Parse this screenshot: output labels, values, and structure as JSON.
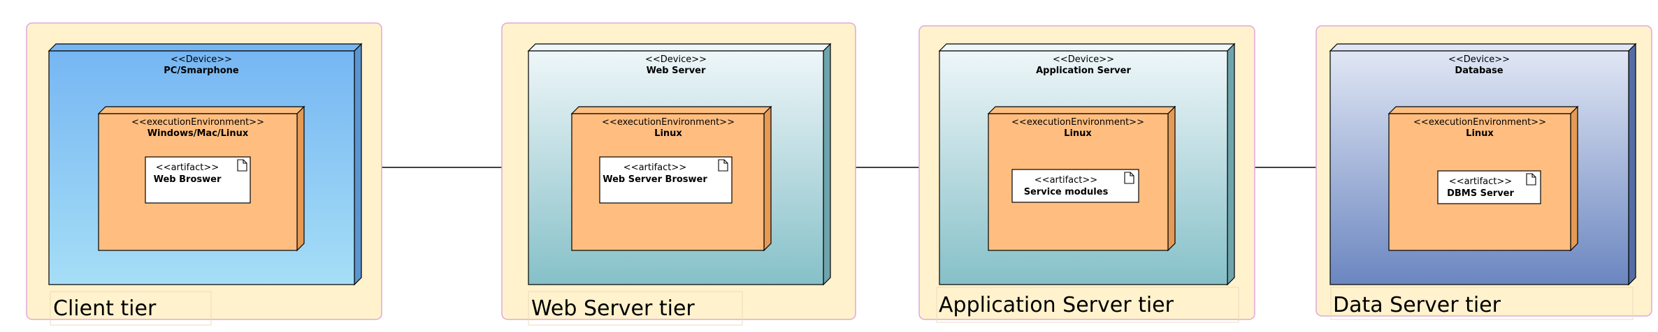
{
  "colors": {
    "tier_fill": "#fff2cc",
    "tier_border": "#e0a8d8",
    "env_fill": "#ffbe80",
    "env_side": "#e59a55",
    "artifact_fill": "#ffffff",
    "line": "#000000"
  },
  "tiers": [
    {
      "label": "Client tier",
      "device": {
        "stereotype": "<<Device>>",
        "name": "PC/Smarphone",
        "gradient_top": "#76b6f3",
        "gradient_bottom": "#a6def6",
        "side": "#5b95cf"
      },
      "environment": {
        "stereotype": "<<executionEnvironment>>",
        "name": "Windows/Mac/Linux"
      },
      "artifact": {
        "stereotype": "<<artifact>>",
        "name": "Web Broswer",
        "icon": "document-icon"
      }
    },
    {
      "label": "Web Server tier",
      "device": {
        "stereotype": "<<Device>>",
        "name": "Web Server",
        "gradient_top": "#eef6f8",
        "gradient_bottom": "#86c0c8",
        "side": "#6ea5ad"
      },
      "environment": {
        "stereotype": "<<executionEnvironment>>",
        "name": "Linux"
      },
      "artifact": {
        "stereotype": "<<artifact>>",
        "name": "Web Server Broswer",
        "icon": "document-icon"
      }
    },
    {
      "label": "Application Server tier",
      "device": {
        "stereotype": "<<Device>>",
        "name": "Application Server",
        "gradient_top": "#eef6f8",
        "gradient_bottom": "#86c0c8",
        "side": "#6ea5ad"
      },
      "environment": {
        "stereotype": "<<executionEnvironment>>",
        "name": "Linux"
      },
      "artifact": {
        "stereotype": "<<artifact>>",
        "name": "Service modules",
        "icon": "document-icon"
      }
    },
    {
      "label": "Data Server tier",
      "device": {
        "stereotype": "<<Device>>",
        "name": "Database",
        "gradient_top": "#e0e6f4",
        "gradient_bottom": "#6b86c0",
        "side": "#546ea4"
      },
      "environment": {
        "stereotype": "<<executionEnvironment>>",
        "name": "Linux"
      },
      "artifact": {
        "stereotype": "<<artifact>>",
        "name": "DBMS Server",
        "icon": "document-icon"
      }
    }
  ]
}
